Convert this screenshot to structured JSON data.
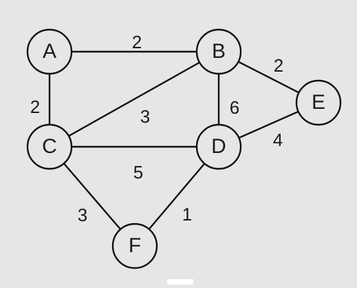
{
  "graph": {
    "nodes": [
      {
        "id": "A",
        "label": "A"
      },
      {
        "id": "B",
        "label": "B"
      },
      {
        "id": "C",
        "label": "C"
      },
      {
        "id": "D",
        "label": "D"
      },
      {
        "id": "E",
        "label": "E"
      },
      {
        "id": "F",
        "label": "F"
      }
    ],
    "edges": [
      {
        "from": "A",
        "to": "B",
        "weight": "2"
      },
      {
        "from": "A",
        "to": "C",
        "weight": "2"
      },
      {
        "from": "B",
        "to": "C",
        "weight": "3"
      },
      {
        "from": "B",
        "to": "D",
        "weight": "6"
      },
      {
        "from": "B",
        "to": "E",
        "weight": "2"
      },
      {
        "from": "C",
        "to": "D",
        "weight": "5"
      },
      {
        "from": "D",
        "to": "E",
        "weight": "4"
      },
      {
        "from": "C",
        "to": "F",
        "weight": "3"
      },
      {
        "from": "D",
        "to": "F",
        "weight": "1"
      }
    ]
  },
  "colors": {
    "background": "#e6e6e6",
    "stroke": "#111111",
    "text": "#1a1a1a"
  }
}
